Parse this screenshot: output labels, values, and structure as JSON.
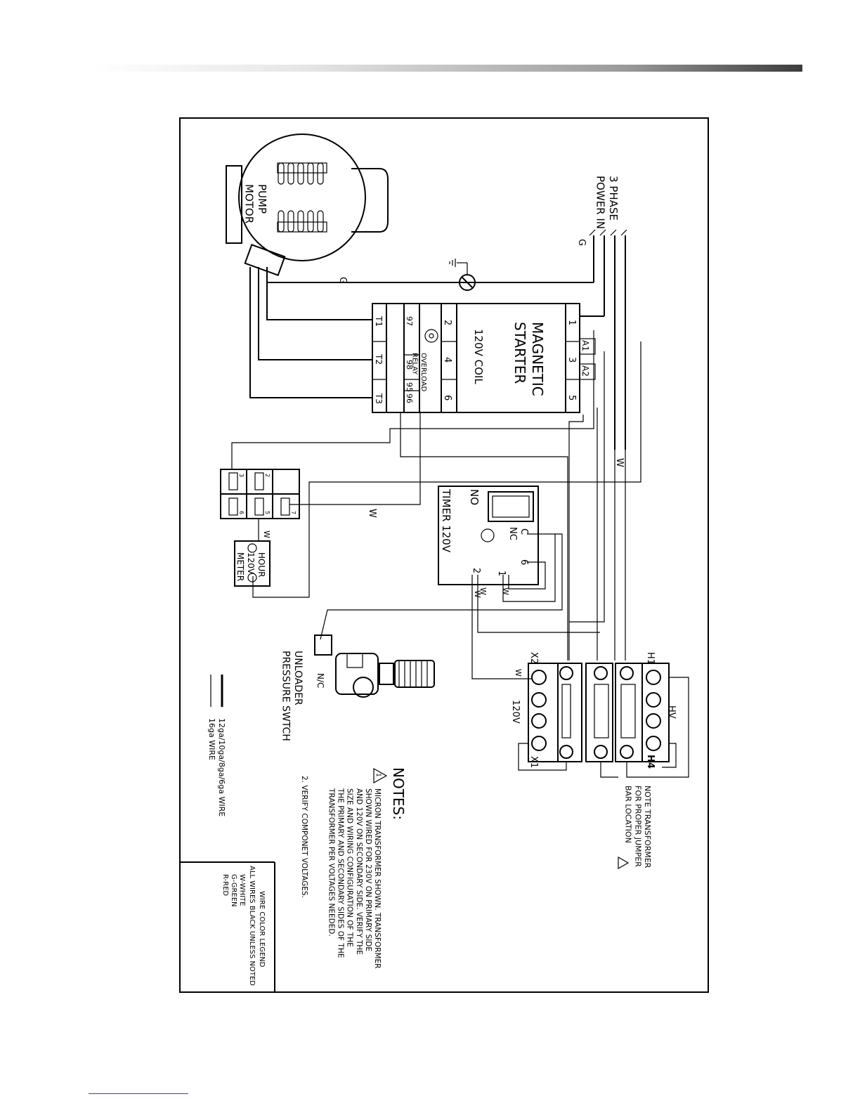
{
  "diagram": {
    "power_label": "3 PHASE\nPOWER IN",
    "ground_label": "G",
    "ground_wire_label": "G",
    "motor_label": "PUMP\nMOTOR",
    "starter": {
      "title": "MAGNETIC\nSTARTER",
      "coil": "120V COIL",
      "terminals_line": [
        "1",
        "3",
        "5"
      ],
      "aux": [
        "A1",
        "A2"
      ],
      "terminals_mid": [
        "2",
        "4",
        "6"
      ],
      "relay_label": "OVERLOAD\nRELAY",
      "relay_terminals": [
        "97",
        "98",
        "95",
        "96"
      ],
      "terminals_load": [
        "T1",
        "T2",
        "T3"
      ]
    },
    "switch_block": {
      "terminals": [
        "2",
        "3",
        "5",
        "6",
        "7"
      ]
    },
    "hour_meter": "HOUR\n120V\nMETER",
    "timer": {
      "label": "TIMER 120V",
      "no": "NO",
      "c": "C",
      "nc": "NC",
      "t6": "6",
      "t2": "2",
      "t1": "1"
    },
    "wire_w": "W",
    "unloader": "UNLOADER\nPRESSURE SWTCH",
    "unloader_nc": "N/C",
    "transformer": {
      "h1": "H1",
      "h4": "H4",
      "hv": "HV",
      "x2": "X2",
      "x1": "X1",
      "v120": "120V"
    },
    "transformer_note": "NOTE TRANSFORMER\nFOR PROPER JUMPER\nBAR LOCATION",
    "notes_title": "NOTES:",
    "note1": "MICRON TRANSFORMER SHOWN. TRANSFORMER\nSHOWN WIRED FOR 230V ON PRIMARY SIDE\nAND 120V ON SECONDARY SIDE. VERIFY THE\nSIZE AND WIRING CONFIGURATION OF THE\nTHE PRIMARY AND SECONDARY SIDES OF THE\nTRANSFORMER PER VOLTAGES NEEDED.",
    "note1_number": "1",
    "note2": "2.  VERIFY COMPONET VOLTAGES.",
    "wire_heavy": "12ga/10ga/8ga/6ga WIRE",
    "wire_light": "16ga WIRE",
    "legend": {
      "title": "WIRE COLOR LEGEND",
      "subtitle": "ALL WIRES BLACK UNLESS NOTED",
      "items": [
        "W-WHITE",
        "G-GREEN",
        "R-RED"
      ]
    }
  }
}
